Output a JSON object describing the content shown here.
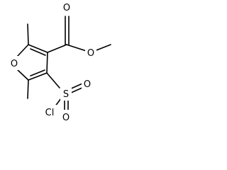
{
  "molecule": {
    "atoms": {
      "ring_oxygen": "O",
      "carbonyl_oxygen": "O",
      "ester_oxygen": "O",
      "sulfur": "S",
      "sulfonyl_oxygen_upper": "O",
      "sulfonyl_oxygen_lower": "O",
      "chlorine": "Cl"
    }
  }
}
